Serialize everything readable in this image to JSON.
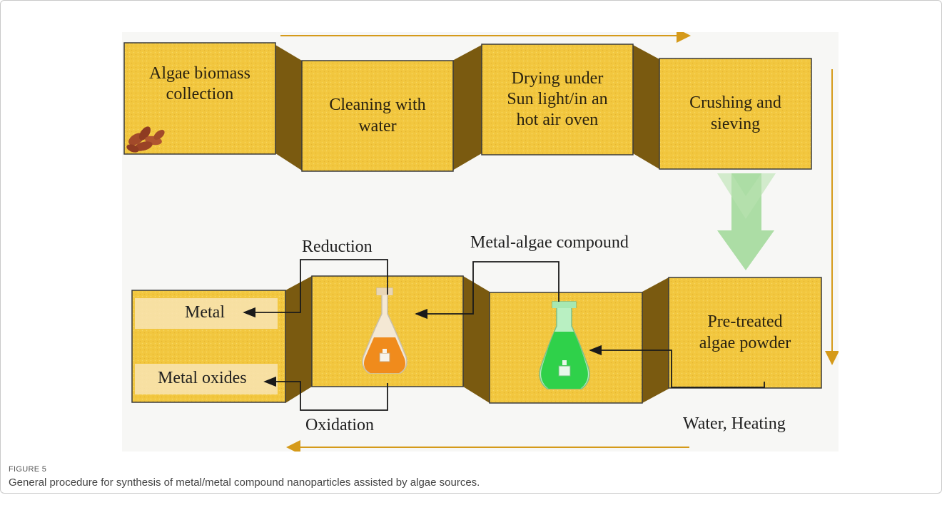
{
  "steps": {
    "collection": "Algae biomass\ncollection",
    "cleaning": "Cleaning with\nwater",
    "drying": "Drying under\nSun light/in an\nhot air oven",
    "crushing": "Crushing and\nsieving",
    "pretreated": "Pre-treated\nalgae powder"
  },
  "products": {
    "metal": "Metal",
    "metal_oxides": "Metal oxides"
  },
  "labels": {
    "reduction": "Reduction",
    "oxidation": "Oxidation",
    "metal_algae_compound": "Metal-algae compound",
    "water_heating": "Water, Heating"
  },
  "caption": {
    "figure_label": "FIGURE 5",
    "text": "General procedure for synthesis of metal/metal compound nanoparticles assisted by algae sources."
  },
  "colors": {
    "box_fill": "#f2c73f",
    "connector_fill": "#7a5a10",
    "flow_arrow": "#d59a1a",
    "down_arrow": "#a8dba0",
    "orange_liquid": "#f08b1c",
    "green_liquid": "#2fd14a"
  }
}
